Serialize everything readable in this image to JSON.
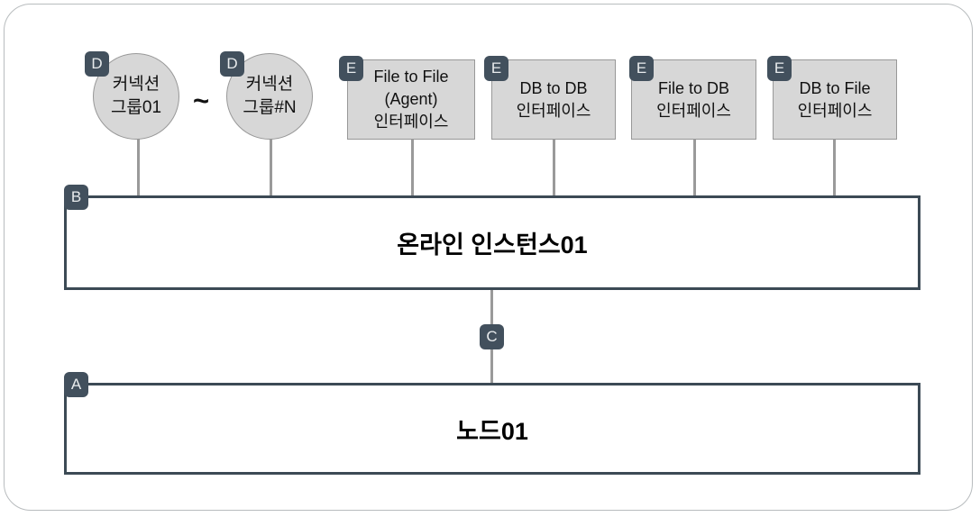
{
  "diagram": {
    "title_hidden": "",
    "colors": {
      "badge_bg": "#42505d",
      "badge_text": "#e8ebed",
      "node_fill": "#d7d7d7",
      "node_border": "#989898",
      "container_border": "#3c4a55",
      "connector": "#9a9a9a",
      "frame_border": "#b8bcbe",
      "background": "#ffffff"
    },
    "separator": "~",
    "connection_groups": [
      {
        "badge": "D",
        "line1": "커넥션",
        "line2": "그룹01",
        "shape": "circle"
      },
      {
        "badge": "D",
        "line1": "커넥션",
        "line2": "그룹#N",
        "shape": "circle"
      }
    ],
    "interfaces": [
      {
        "badge": "E",
        "line1": "File to File",
        "line2": "(Agent)",
        "line3": "인터페이스",
        "shape": "rect"
      },
      {
        "badge": "E",
        "line1": "DB to DB",
        "line2": "인터페이스",
        "line3": "",
        "shape": "rect"
      },
      {
        "badge": "E",
        "line1": "File to DB",
        "line2": "인터페이스",
        "line3": "",
        "shape": "rect"
      },
      {
        "badge": "E",
        "line1": "DB to File",
        "line2": "인터페이스",
        "line3": "",
        "shape": "rect"
      }
    ],
    "instance": {
      "badge": "B",
      "title": "온라인 인스턴스01"
    },
    "instance_node_link": {
      "badge": "C"
    },
    "node": {
      "badge": "A",
      "title": "노드01"
    }
  }
}
